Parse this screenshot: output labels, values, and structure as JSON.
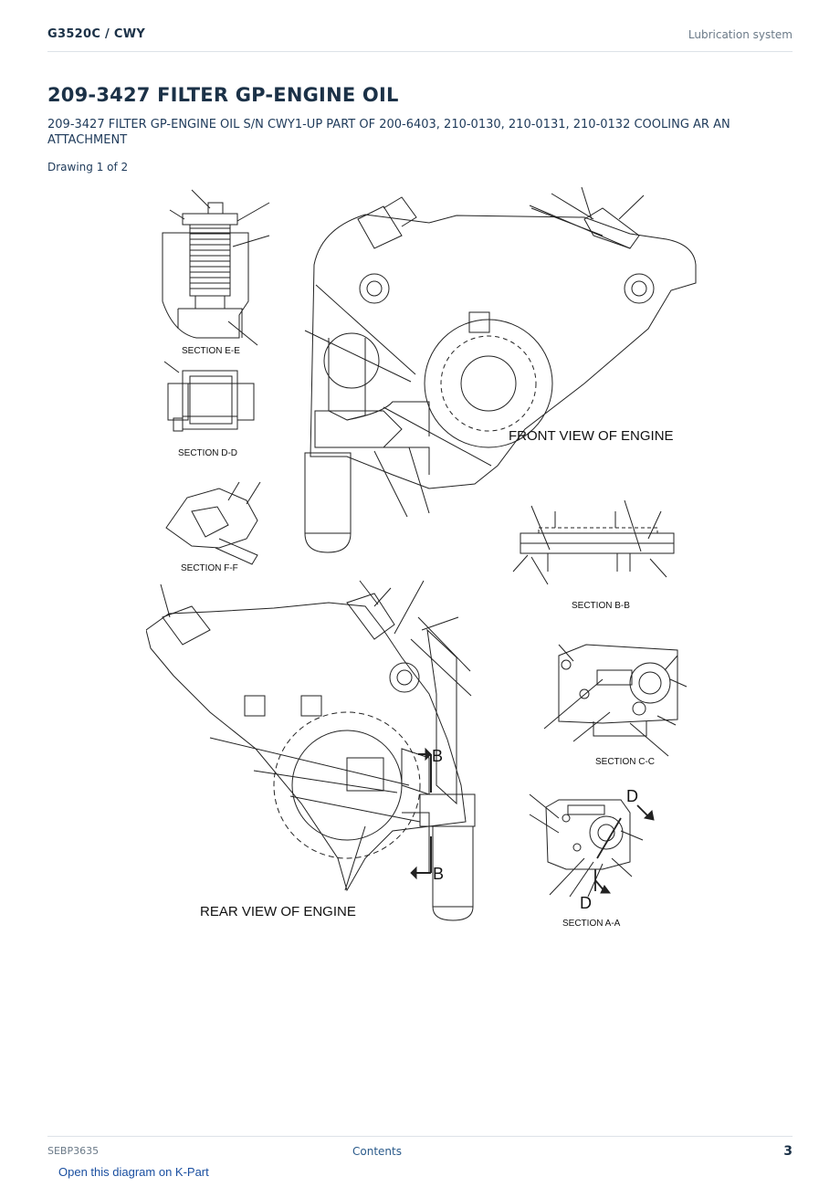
{
  "header": {
    "model": "G3520C  /  CWY",
    "section": "Lubrication system"
  },
  "title": "209-3427 FILTER GP-ENGINE OIL",
  "description": "209-3427 FILTER GP-ENGINE OIL S/N CWY1-UP PART OF 200-6403, 210-0130, 210-0131, 210-0132 COOLING AR AN ATTACHMENT",
  "drawing_number": "Drawing 1 of 2",
  "diagram": {
    "section_e": "SECTION E-E",
    "section_d": "SECTION D-D",
    "section_f": "SECTION F-F",
    "front_view": "FRONT VIEW OF ENGINE",
    "section_b": "SECTION B-B",
    "rear_view": "REAR VIEW OF ENGINE",
    "section_c": "SECTION C-C",
    "section_a": "SECTION A-A",
    "marker_b": "B",
    "marker_d": "D"
  },
  "footer": {
    "doc_id": "SEBP3635",
    "contents_link": "Contents",
    "page_number": "3"
  },
  "kpart_link": "Open this diagram on K-Part"
}
